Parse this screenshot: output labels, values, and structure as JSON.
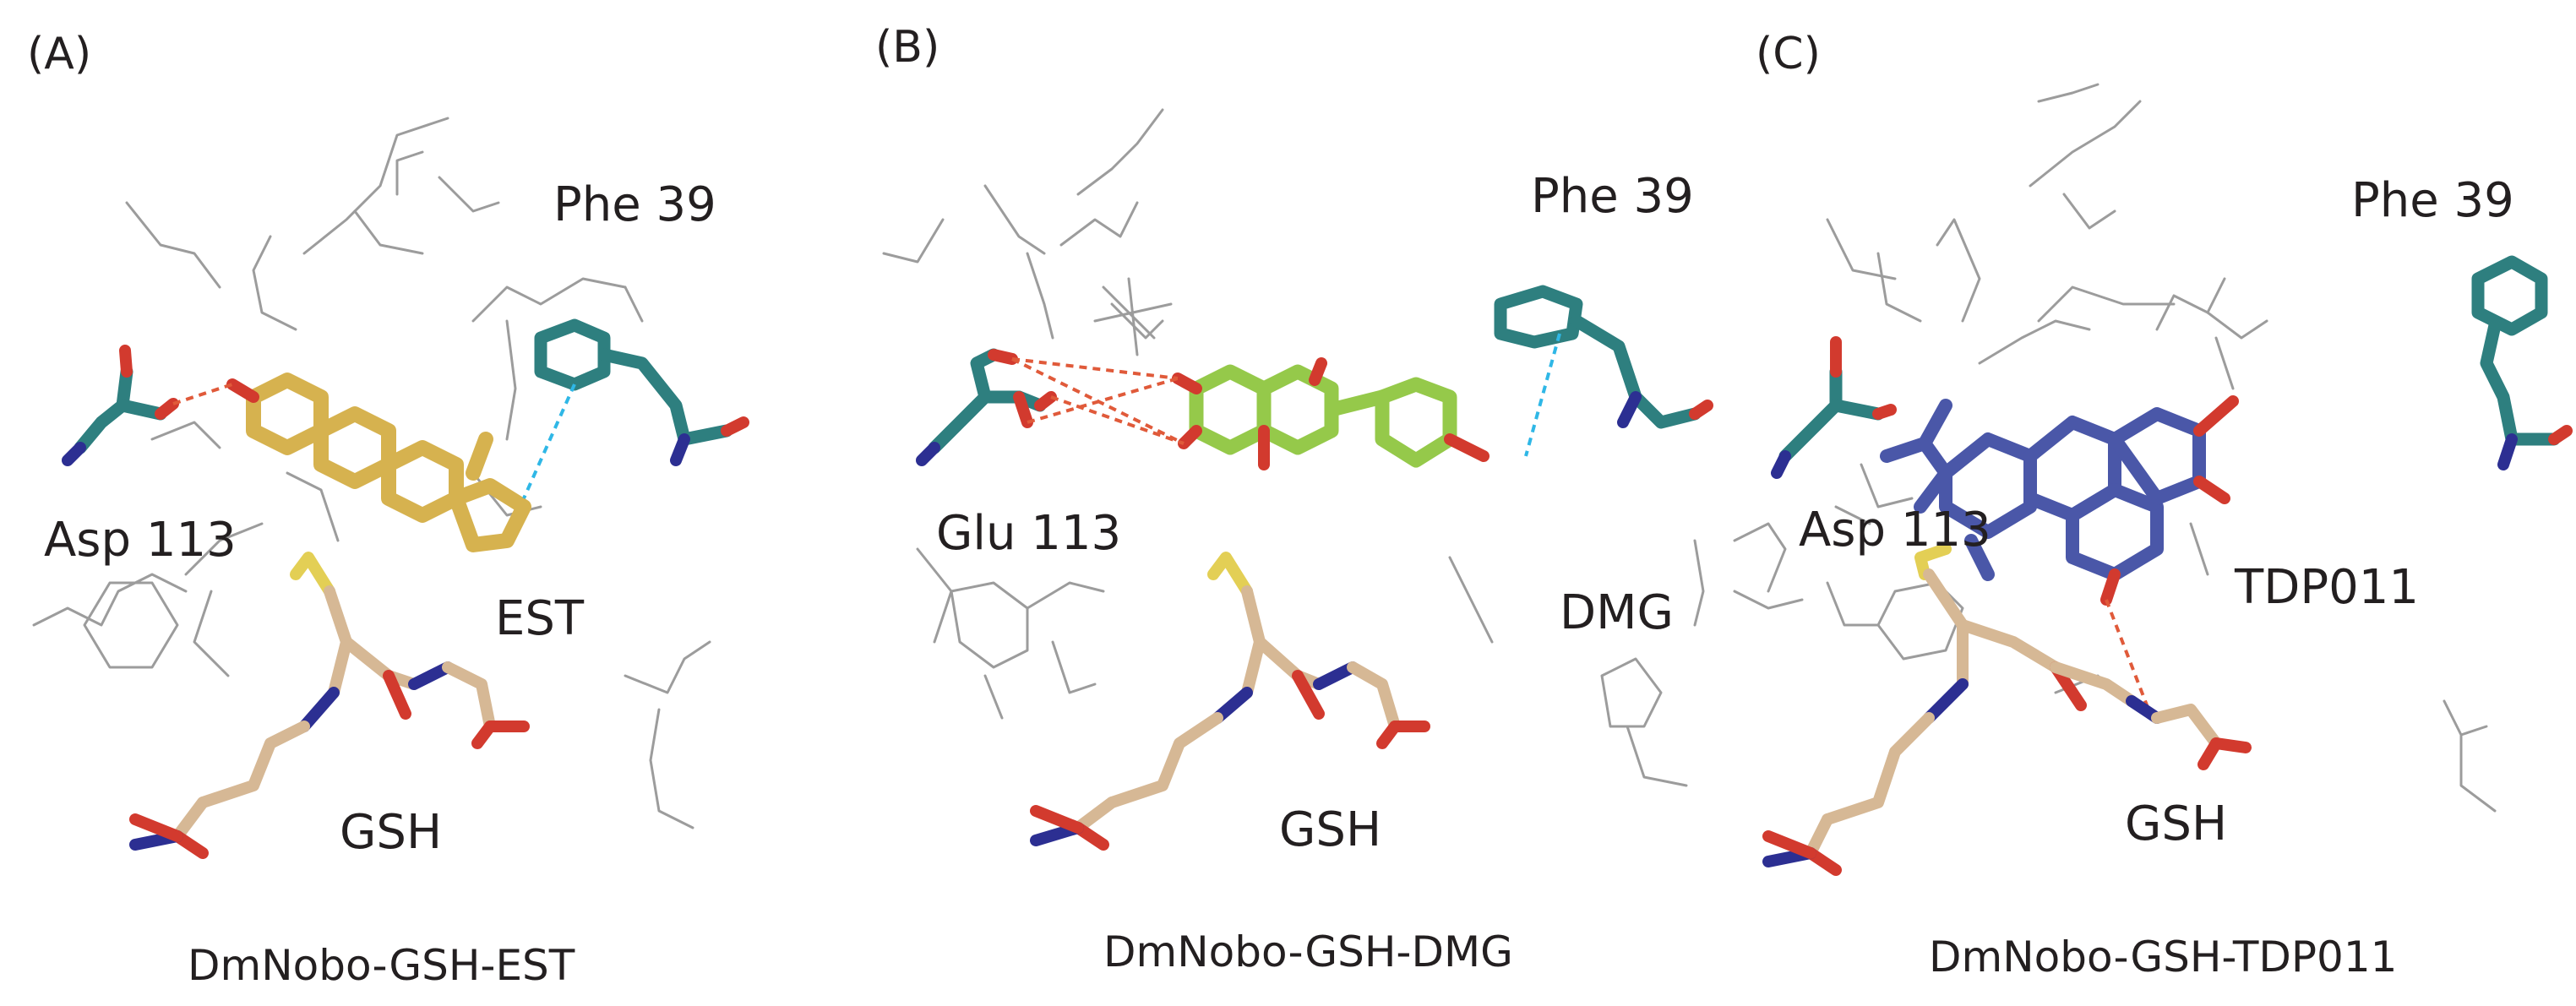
{
  "panels": [
    {
      "label": "(A)",
      "residue_top": "Phe 39",
      "residue_left": "Asp 113",
      "ligand": "EST",
      "cofactor": "GSH",
      "caption": "DmNobo-GSH-EST",
      "ligand_color": "#d6b24f"
    },
    {
      "label": "(B)",
      "residue_top": "Phe 39",
      "residue_left": "Glu 113",
      "ligand": "DMG",
      "cofactor": "GSH",
      "caption": "DmNobo-GSH-DMG",
      "ligand_color": "#95c94a"
    },
    {
      "label": "(C)",
      "residue_top": "Phe 39",
      "residue_left": "Asp 113",
      "ligand": "TDP011",
      "cofactor": "GSH",
      "caption": "DmNobo-GSH-TDP011",
      "ligand_color": "#4a57a8"
    }
  ],
  "colors": {
    "residue": "#2e7f7f",
    "gsh": "#d6b895",
    "oxygen": "#d23a2e",
    "nitrogen": "#2c2f92",
    "sulfur": "#e3cf55",
    "hbond": "#e05a3a",
    "pi_stack": "#2fb7e6",
    "wire": "#9c9c9c"
  }
}
